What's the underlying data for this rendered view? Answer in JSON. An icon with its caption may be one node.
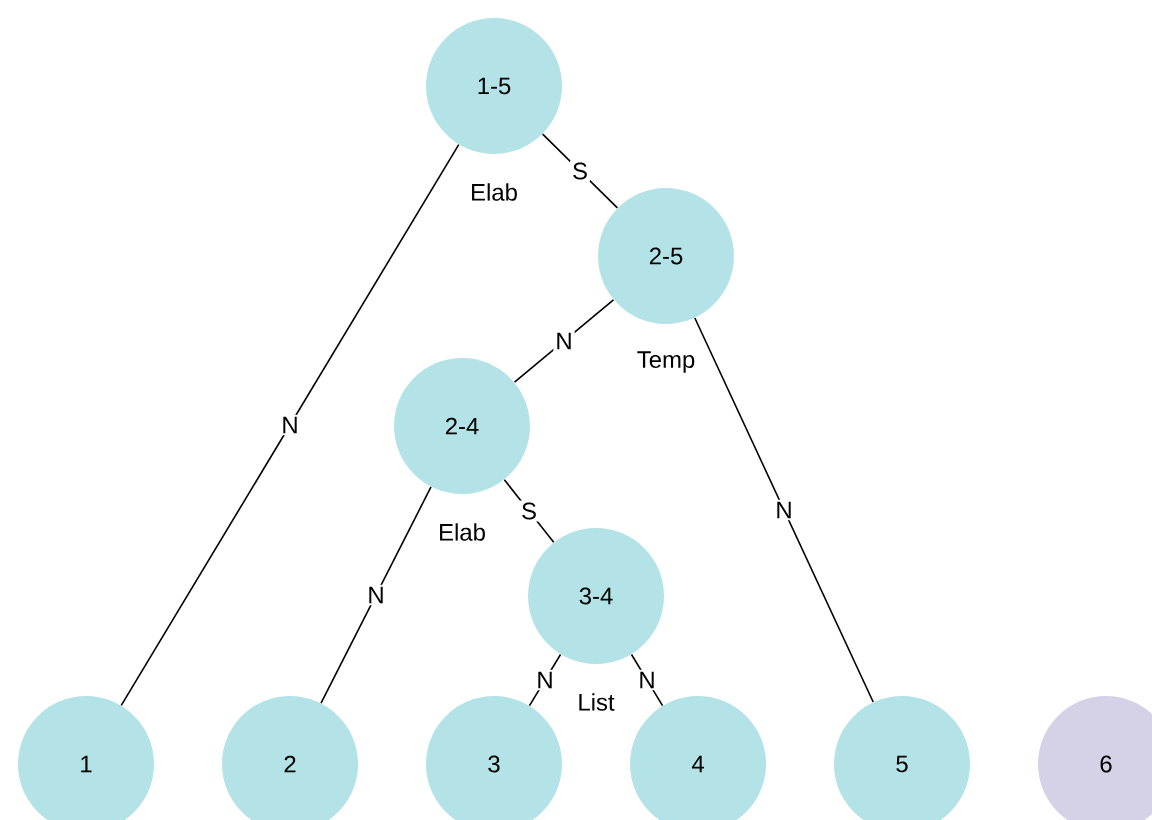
{
  "diagram": {
    "nodes": [
      {
        "text": [
          "1-5"
        ],
        "beside": [
          "Elab"
        ]
      },
      {
        "text": [
          "2-5"
        ],
        "beside": [
          "Temp"
        ]
      },
      {
        "text": [
          "2-4"
        ],
        "beside": [
          "Elab"
        ]
      },
      {
        "text": [
          "3-4"
        ],
        "beside": [
          "List"
        ]
      },
      {
        "text": [
          "1"
        ]
      },
      {
        "text": [
          "2"
        ]
      },
      {
        "text": [
          "3"
        ]
      },
      {
        "text": [
          "4"
        ]
      },
      {
        "text": [
          "5"
        ]
      },
      {
        "text": [
          "6"
        ]
      }
    ],
    "edges": [
      {
        "from": 0,
        "to": 4,
        "arrow": "none",
        "label": "N"
      },
      {
        "from": 0,
        "to": 1,
        "arrow": "none",
        "label": "S"
      },
      {
        "from": 1,
        "to": 2,
        "arrow": "none",
        "label": "N"
      },
      {
        "from": 1,
        "to": 8,
        "arrow": "none",
        "label": "N"
      },
      {
        "from": 2,
        "to": 5,
        "arrow": "none",
        "label": "N"
      },
      {
        "from": 2,
        "to": 3,
        "arrow": "none",
        "label": "S"
      },
      {
        "from": 3,
        "to": 6,
        "arrow": "none",
        "label": "N"
      },
      {
        "from": 3,
        "to": 7,
        "arrow": "none",
        "label": "N"
      }
    ]
  }
}
